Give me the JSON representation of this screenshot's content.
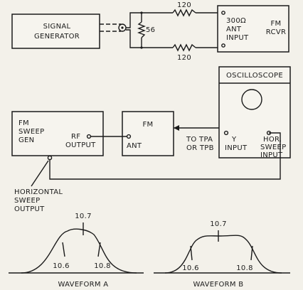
{
  "signal_generator": {
    "line1": "SIGNAL",
    "line2": "GENERATOR"
  },
  "resistors": {
    "shunt": "56",
    "top_series": "120",
    "bottom_series": "120"
  },
  "fm_receiver": {
    "input_line1": "300Ω",
    "input_line2": "ANT",
    "input_line3": "INPUT",
    "title_line1": "FM",
    "title_line2": "RCVR"
  },
  "oscilloscope": {
    "title": "OSCILLOSCOPE",
    "y_line1": "Y",
    "y_line2": "INPUT",
    "h_line1": "HOR.",
    "h_line2": "SWEEP",
    "h_line3": "INPUT"
  },
  "sweep_gen": {
    "line1": "FM",
    "line2": "SWEEP",
    "line3": "GEN",
    "rf_line1": "RF",
    "rf_line2": "OUTPUT"
  },
  "fm_unit": {
    "title": "FM",
    "ant": "ANT"
  },
  "probe": {
    "line1": "TO TPA",
    "line2": "OR TPB"
  },
  "horizontal_sweep_output": {
    "line1": "HORIZONTAL",
    "line2": "SWEEP",
    "line3": "OUTPUT"
  },
  "waveform_a": {
    "center": "10.7",
    "left": "10.6",
    "right": "10.8",
    "caption": "WAVEFORM A"
  },
  "waveform_b": {
    "center": "10.7",
    "left": "10.6",
    "right": "10.8",
    "caption": "WAVEFORM B"
  }
}
